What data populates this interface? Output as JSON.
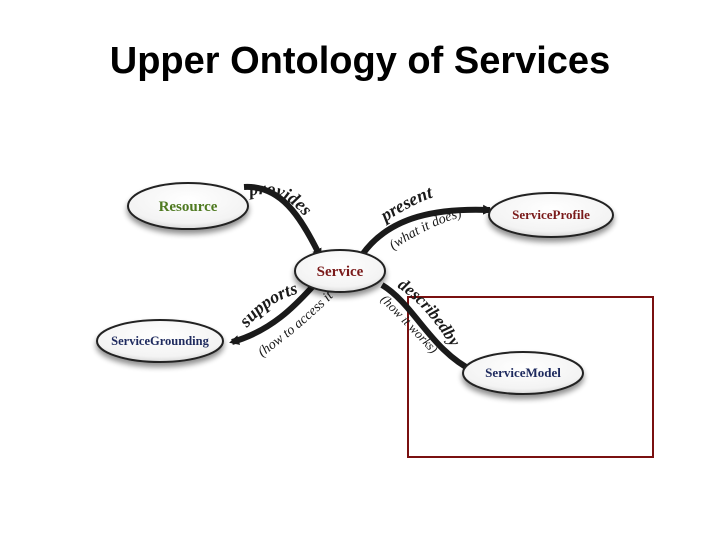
{
  "title": "Upper Ontology of Services",
  "colors": {
    "resource_text": "#4f7a21",
    "node_text": "#7a1a1a",
    "service_model_text": "#1e2a5e",
    "grounding_text": "#1e2a5e",
    "highlight_box": "#7a1010",
    "arrow": "#1a1a1a"
  },
  "nodes": {
    "resource": "Resource",
    "service": "Service",
    "service_profile": "ServiceProfile",
    "service_grounding": "ServiceGrounding",
    "service_model": "ServiceModel"
  },
  "edges": {
    "provides": "provides",
    "presents": "presents",
    "presents_note": "(what it does)",
    "supports": "supports",
    "supports_note": "(how to access it)",
    "described_by": "describedby",
    "described_by_note": "(how it works)"
  }
}
